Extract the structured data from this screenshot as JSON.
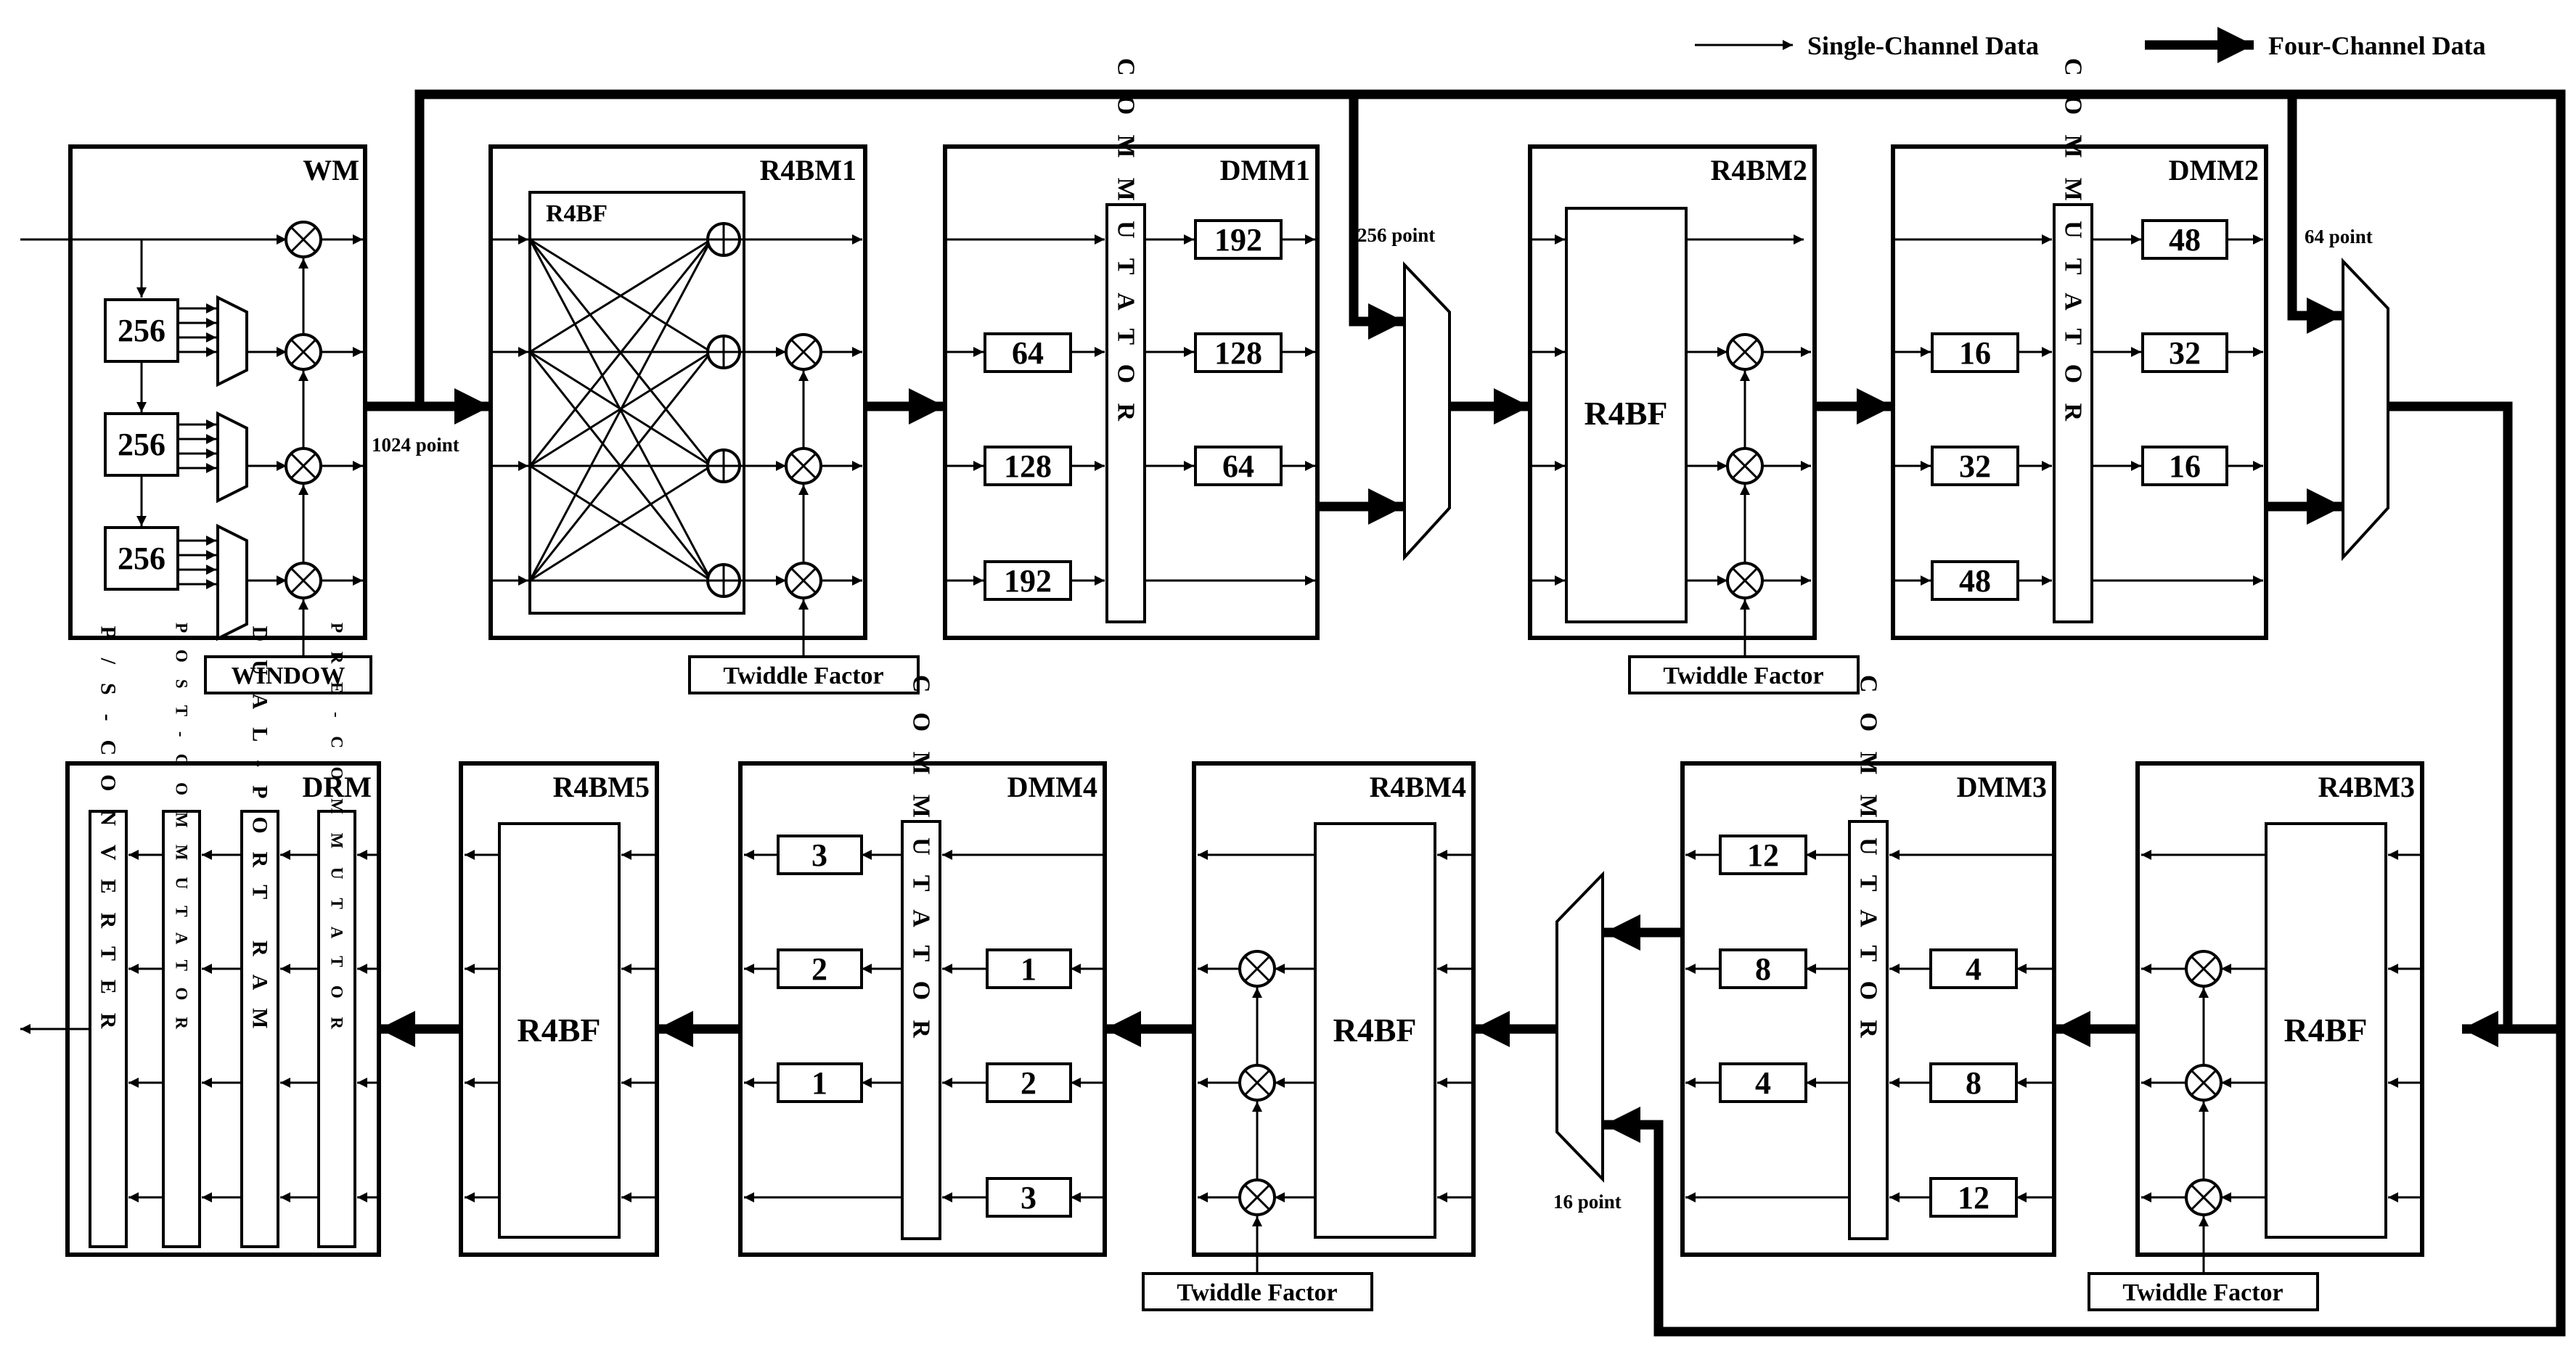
{
  "legend": {
    "single_label": "Single-Channel Data",
    "four_label": "Four-Channel Data"
  },
  "modules": {
    "wm": {
      "title": "WM",
      "regs": [
        "256",
        "256",
        "256"
      ],
      "input": "WINDOW"
    },
    "r4bm1": {
      "title": "R4BM1",
      "inner": "R4BF",
      "twiddle": "Twiddle Factor"
    },
    "dmm1": {
      "title": "DMM1",
      "commutator": "COMMUTATOR",
      "left": [
        "64",
        "128",
        "192"
      ],
      "right": [
        "192",
        "128",
        "64"
      ]
    },
    "r4bm2": {
      "title": "R4BM2",
      "inner": "R4BF",
      "twiddle": "Twiddle Factor"
    },
    "dmm2": {
      "title": "DMM2",
      "commutator": "COMMUTATOR",
      "left": [
        "16",
        "32",
        "48"
      ],
      "right": [
        "48",
        "32",
        "16"
      ]
    },
    "r4bm3": {
      "title": "R4BM3",
      "inner": "R4BF",
      "twiddle": "Twiddle Factor"
    },
    "dmm3": {
      "title": "DMM3",
      "commutator": "COMMUTATOR",
      "left": [
        "12",
        "8",
        "4"
      ],
      "right": [
        "4",
        "8",
        "12"
      ]
    },
    "r4bm4": {
      "title": "R4BM4",
      "inner": "R4BF",
      "twiddle": "Twiddle Factor"
    },
    "dmm4": {
      "title": "DMM4",
      "commutator": "COMMUTATOR",
      "left": [
        "3",
        "2",
        "1"
      ],
      "right": [
        "1",
        "2",
        "3"
      ]
    },
    "r4bm5": {
      "title": "R4BM5",
      "inner": "R4BF"
    },
    "drm": {
      "title": "DRM",
      "columns": [
        "P/S-CONVERTER",
        "POST-COMMUTATOR",
        "DUAL-PORT RAM",
        "PRE-COMMUTATOR"
      ]
    }
  },
  "labels": {
    "p1024": "1024 point",
    "p256": "256 point",
    "p64": "64 point",
    "p16": "16 point"
  }
}
